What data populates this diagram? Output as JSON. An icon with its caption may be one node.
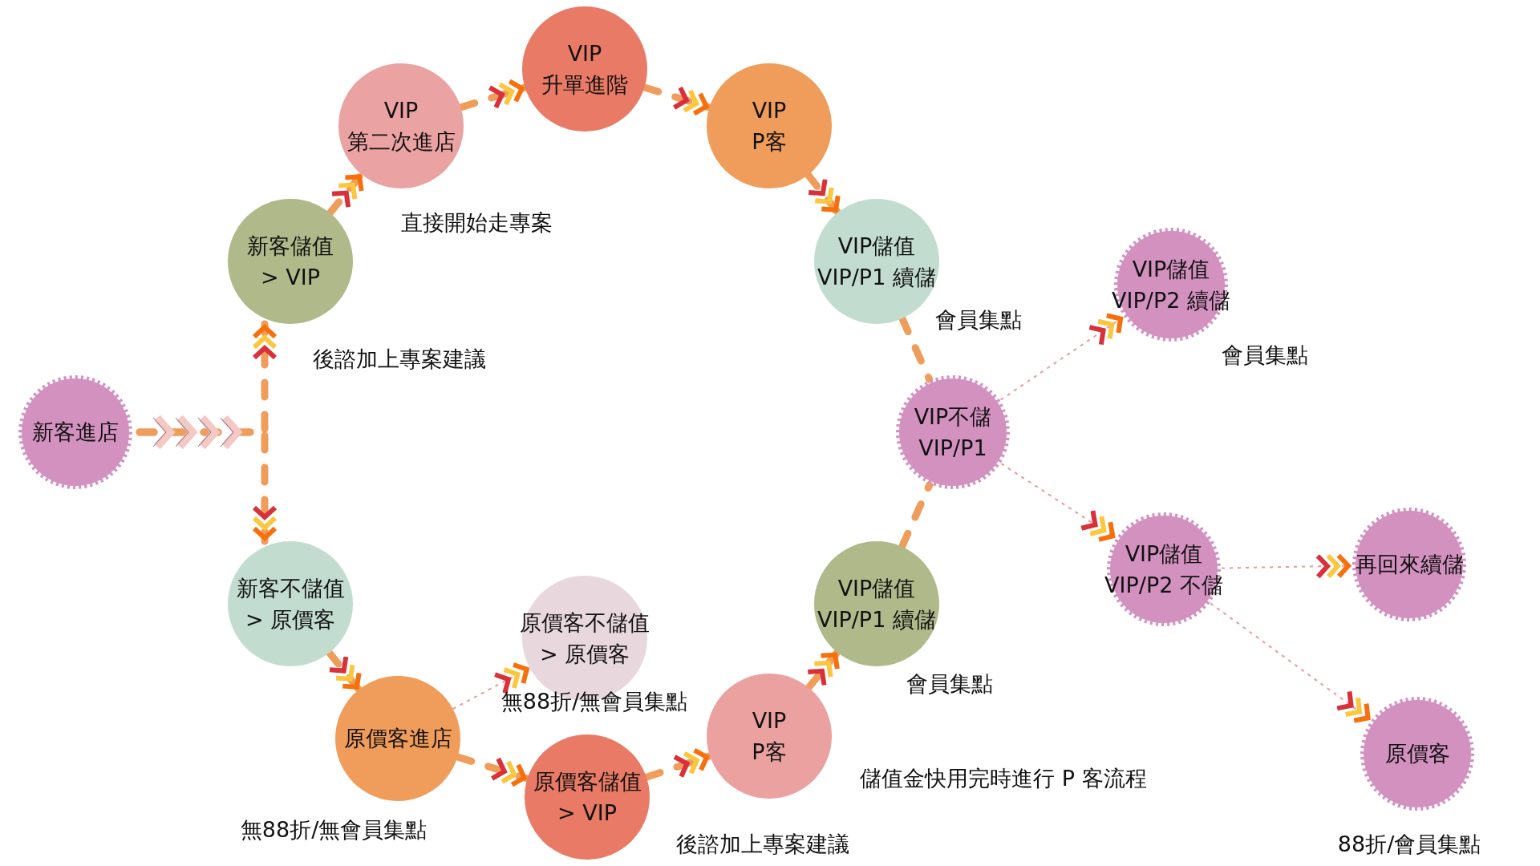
{
  "diagram": {
    "nodes": [
      {
        "text": [
          "新客進店"
        ]
      },
      {
        "text": [
          "新客儲值",
          "> VIP"
        ],
        "beside": [
          "後諮加上專案建議"
        ]
      },
      {
        "text": [
          "VIP",
          "第二次進店"
        ],
        "beside": [
          "直接開始走專案"
        ]
      },
      {
        "text": [
          "VIP",
          "升單進階"
        ]
      },
      {
        "text": [
          "VIP",
          "P客"
        ]
      },
      {
        "text": [
          "VIP儲值",
          "VIP/P1 續儲"
        ],
        "beside": [
          "會員集點"
        ]
      },
      {
        "text": [
          "VIP不儲",
          "VIP/P1"
        ]
      },
      {
        "text": [
          "VIP儲值",
          "VIP/P2 續儲"
        ],
        "beside": [
          "會員集點"
        ]
      },
      {
        "text": [
          "VIP儲值",
          "VIP/P2 不儲"
        ]
      },
      {
        "text": [
          "再回來續儲"
        ]
      },
      {
        "text": [
          "原價客"
        ],
        "beside": [
          "88折/會員集點"
        ]
      },
      {
        "text": [
          "VIP儲值",
          "VIP/P1 續儲"
        ],
        "beside": [
          "會員集點"
        ]
      },
      {
        "text": [
          "VIP",
          "P客"
        ],
        "beside": [
          "儲值金快用完時進行 P 客流程"
        ]
      },
      {
        "text": [
          "原價客儲值",
          "> VIP"
        ],
        "beside": [
          "後諮加上專案建議"
        ]
      },
      {
        "text": [
          "原價客進店"
        ],
        "beside": [
          "無88折/無會員集點"
        ]
      },
      {
        "text": [
          "新客不儲值",
          "> 原價客"
        ]
      },
      {
        "text": [
          "原價客不儲值",
          "> 原價客"
        ],
        "beside": [
          "無88折/無會員集點"
        ]
      }
    ],
    "edges": [
      {
        "from": 0,
        "to": 1,
        "arrow": "to",
        "style": "dashed"
      },
      {
        "from": 0,
        "to": 15,
        "arrow": "to",
        "style": "dashed"
      },
      {
        "from": 1,
        "to": 2,
        "arrow": "to",
        "style": "dashed"
      },
      {
        "from": 2,
        "to": 3,
        "arrow": "to",
        "style": "dashed"
      },
      {
        "from": 3,
        "to": 4,
        "arrow": "to",
        "style": "dashed"
      },
      {
        "from": 4,
        "to": 5,
        "arrow": "to",
        "style": "dashed"
      },
      {
        "from": 5,
        "to": 6,
        "arrow": "none",
        "style": "dashed"
      },
      {
        "from": 11,
        "to": 6,
        "arrow": "none",
        "style": "dashed"
      },
      {
        "from": 15,
        "to": 14,
        "arrow": "to",
        "style": "dashed"
      },
      {
        "from": 14,
        "to": 13,
        "arrow": "to",
        "style": "dashed"
      },
      {
        "from": 13,
        "to": 12,
        "arrow": "to",
        "style": "dashed"
      },
      {
        "from": 12,
        "to": 11,
        "arrow": "to",
        "style": "dashed"
      },
      {
        "from": 14,
        "to": 16,
        "arrow": "to",
        "color": "#d9303a"
      },
      {
        "from": 6,
        "to": 7,
        "arrow": "to",
        "color": "#d9303a"
      },
      {
        "from": 6,
        "to": 8,
        "arrow": "to",
        "color": "#d9303a"
      },
      {
        "from": 8,
        "to": 9,
        "arrow": "to",
        "color": "#d9303a"
      },
      {
        "from": 8,
        "to": 10,
        "arrow": "to",
        "color": "#d9303a"
      }
    ]
  }
}
